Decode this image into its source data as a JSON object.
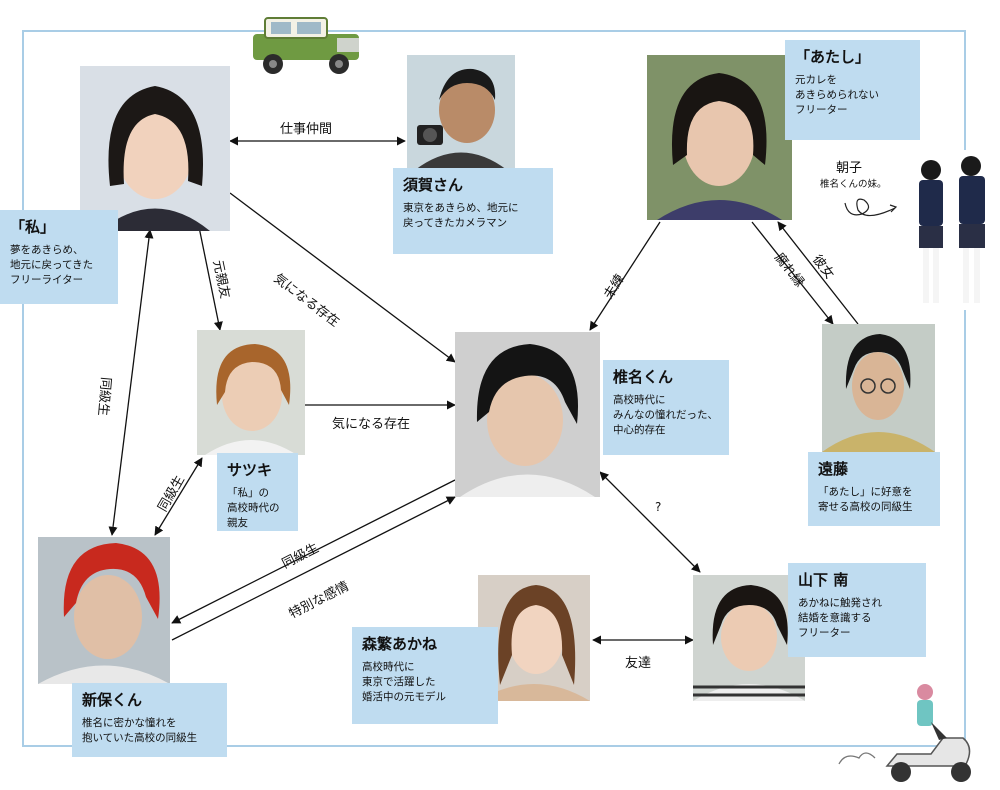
{
  "people": {
    "watashi": {
      "name": "「私」",
      "desc": "夢をあきらめ、\n地元に戻ってきた\nフリーライター"
    },
    "suga": {
      "name": "須賀さん",
      "desc": "東京をあきらめ、地元に\n戻ってきたカメラマン"
    },
    "atashi": {
      "name": "「あたし」",
      "desc": "元カレを\nあきらめられない\nフリーター"
    },
    "shiina": {
      "name": "椎名くん",
      "desc": "高校時代に\nみんなの憧れだった、\n中心的存在"
    },
    "satsuki": {
      "name": "サツキ",
      "desc": "「私」の\n高校時代の\n親友"
    },
    "endo": {
      "name": "遠藤",
      "desc": "「あたし」に好意を\n寄せる高校の同級生"
    },
    "arata": {
      "name": "新保くん",
      "desc": "椎名に密かな憧れを\n抱いていた高校の同級生"
    },
    "akane": {
      "name": "森繁あかね",
      "desc": "高校時代に\n東京で活躍した\n婚活中の元モデル"
    },
    "minami": {
      "name": "山下 南",
      "desc": "あかねに触発され\n結婚を意識する\nフリーター"
    },
    "asako": {
      "name": "朝子",
      "desc": "椎名くんの妹。"
    }
  },
  "relations": {
    "work_partner": "仕事仲間",
    "curious1": "気になる存在",
    "curious2": "気になる存在",
    "ex_best_friend": "元親友",
    "classmate_left": "同級生",
    "classmate_satsuki": "同級生",
    "classmate_arata": "同級生",
    "special_feeling": "特別な感情",
    "lingering": "未練",
    "rotten_bond": "腐れ縁",
    "girlfriend": "彼女",
    "question": "?",
    "friends": "友達"
  },
  "colors": {
    "card": "#bfdcf0",
    "frame": "#a9cde6",
    "line": "#111111"
  }
}
